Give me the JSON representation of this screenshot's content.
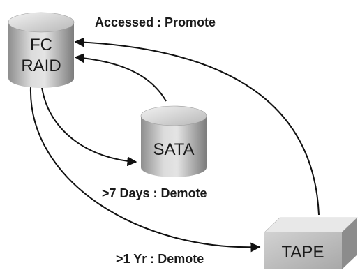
{
  "nodes": {
    "fc_raid": {
      "line1": "FC",
      "line2": "RAID"
    },
    "sata": {
      "label": "SATA"
    },
    "tape": {
      "label": "TAPE"
    }
  },
  "edges": {
    "accessed_promote": "Accessed : Promote",
    "days_demote": ">7 Days : Demote",
    "year_demote": ">1 Yr : Demote"
  },
  "colors": {
    "cylinder_light": "#d9d9d9",
    "cylinder_dark": "#7f7f7f",
    "tape_top": "#e6e6e6",
    "tape_side": "#9a9a9a",
    "line": "#111111"
  }
}
